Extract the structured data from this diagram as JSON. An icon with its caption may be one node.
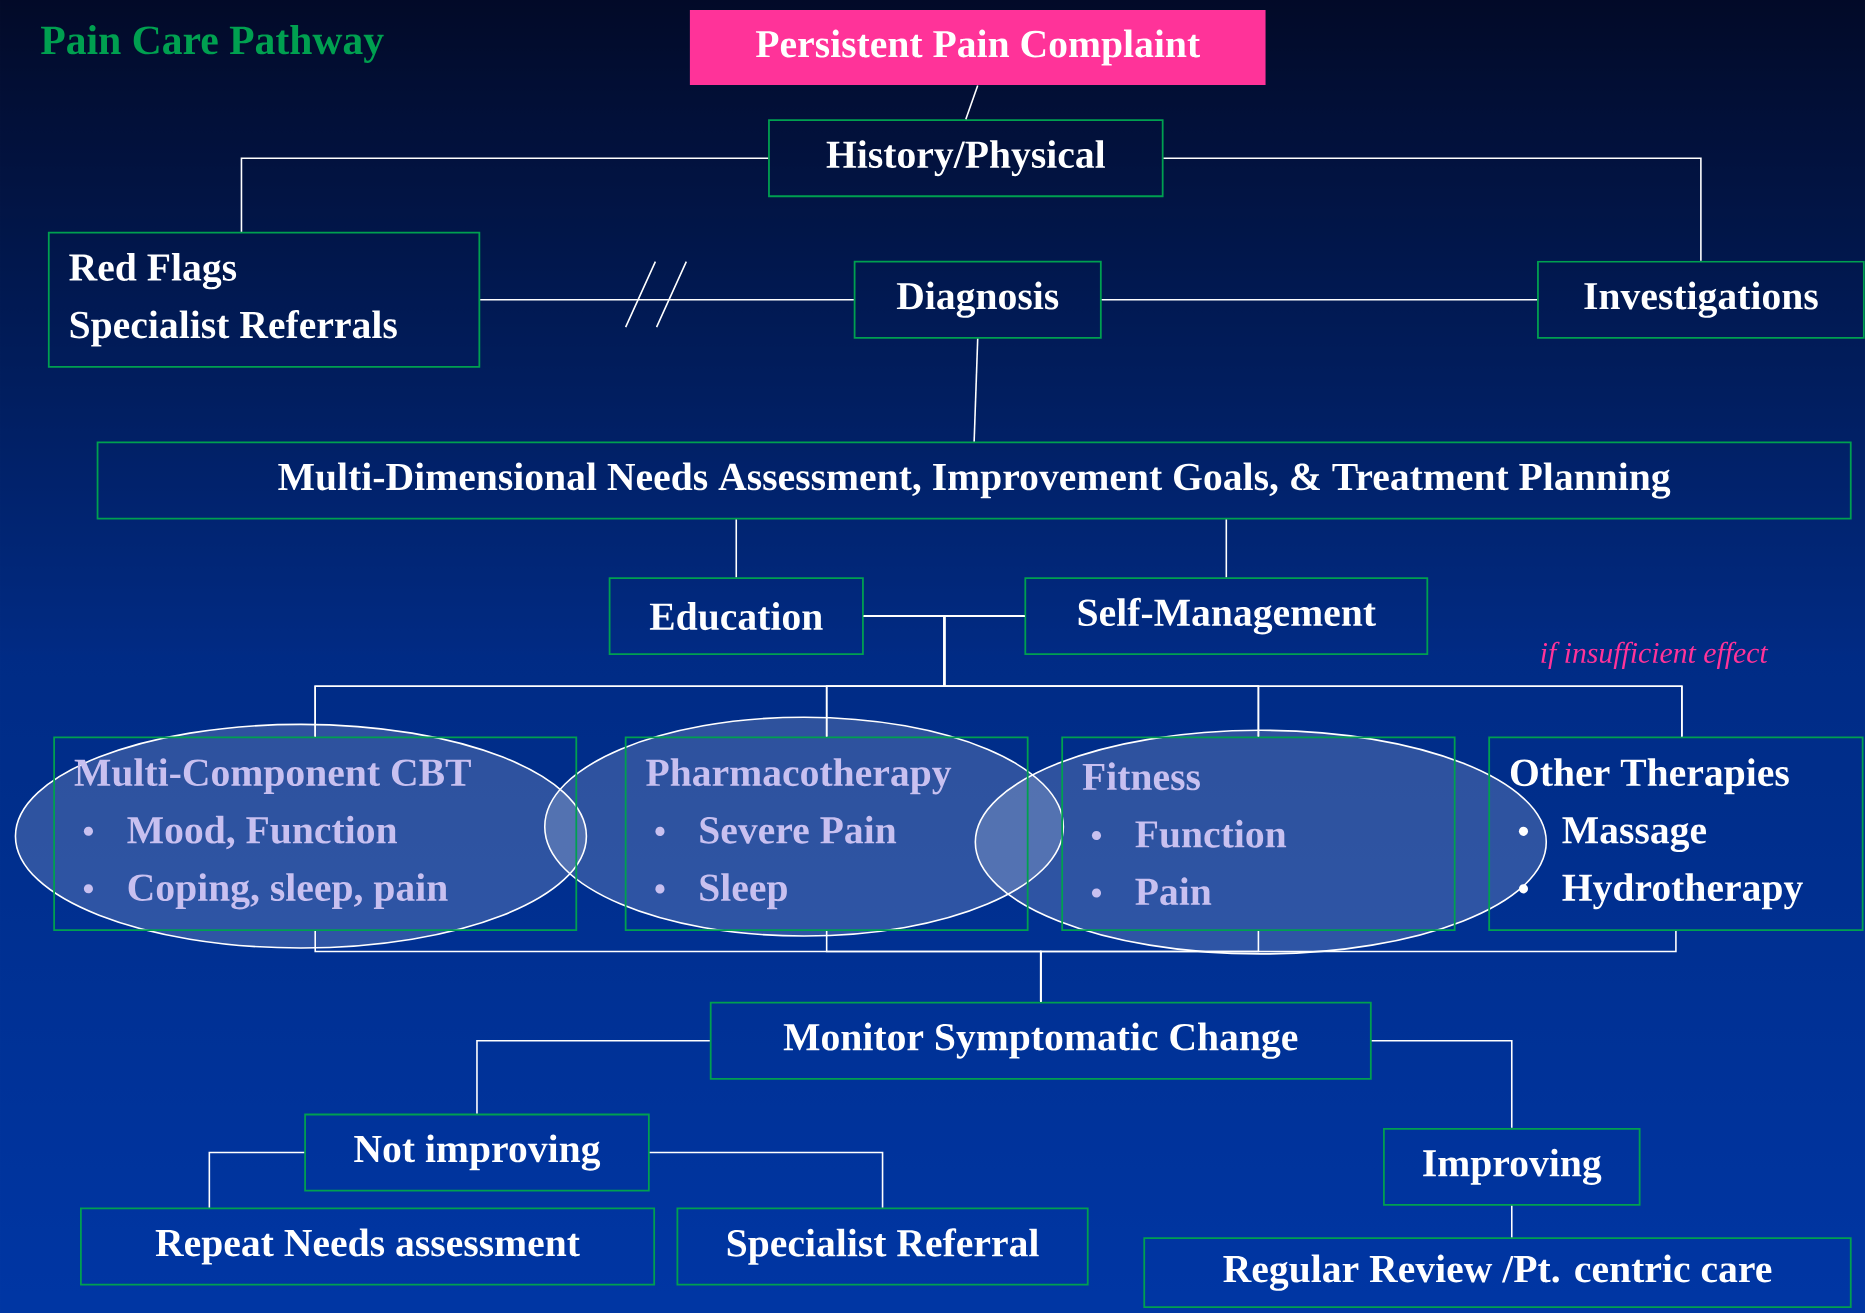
{
  "diagram": {
    "title": "Pain Care Pathway",
    "nodes": [
      {
        "text": [
          "Persistent Pain Complaint"
        ]
      },
      {
        "text": [
          "History/Physical"
        ]
      },
      {
        "text": [
          "Red Flags",
          "Specialist Referrals"
        ]
      },
      {
        "text": [
          "Diagnosis"
        ]
      },
      {
        "text": [
          "Investigations"
        ]
      },
      {
        "text": [
          "Multi-Dimensional Needs Assessment, Improvement Goals, & Treatment Planning"
        ]
      },
      {
        "text": [
          "Education"
        ]
      },
      {
        "text": [
          "Self-Management"
        ]
      },
      {
        "text": [
          "Multi-Component CBT",
          "Mood, Function",
          "Coping, sleep, pain"
        ]
      },
      {
        "text": [
          "Pharmacotherapy",
          "Severe Pain",
          "Sleep"
        ]
      },
      {
        "text": [
          "Fitness",
          "Function",
          "Pain"
        ]
      },
      {
        "text": [
          "Other Therapies",
          "Massage",
          "Hydrotherapy"
        ]
      },
      {
        "text": [
          "Monitor Symptomatic Change"
        ]
      },
      {
        "text": [
          "Not improving"
        ]
      },
      {
        "text": [
          "Improving"
        ]
      },
      {
        "text": [
          "Repeat Needs assessment"
        ]
      },
      {
        "text": [
          "Specialist Referral"
        ]
      },
      {
        "text": [
          "Regular Review /Pt. centric care"
        ]
      }
    ],
    "edges": [
      {
        "from": 0,
        "to": 1,
        "arrow": "none"
      },
      {
        "from": 1,
        "to": 2,
        "arrow": "none"
      },
      {
        "from": 1,
        "to": 4,
        "arrow": "none"
      },
      {
        "from": 2,
        "to": 3,
        "arrow": "none"
      },
      {
        "from": 3,
        "to": 4,
        "arrow": "none"
      },
      {
        "from": 3,
        "to": 5,
        "arrow": "none"
      },
      {
        "from": 5,
        "to": 6,
        "arrow": "none"
      },
      {
        "from": 5,
        "to": 7,
        "arrow": "none"
      },
      {
        "from": 6,
        "to": 7,
        "arrow": "none"
      },
      {
        "from": 6,
        "to": 8,
        "arrow": "none"
      },
      {
        "from": 6,
        "to": 9,
        "arrow": "none"
      },
      {
        "from": 6,
        "to": 10,
        "arrow": "none"
      },
      {
        "from": 6,
        "to": 11,
        "arrow": "none"
      },
      {
        "from": 7,
        "to": 8,
        "arrow": "none"
      },
      {
        "from": 7,
        "to": 9,
        "arrow": "none"
      },
      {
        "from": 7,
        "to": 10,
        "arrow": "none"
      },
      {
        "from": 7,
        "to": 11,
        "arrow": "none"
      },
      {
        "from": 8,
        "to": 12,
        "arrow": "none"
      },
      {
        "from": 9,
        "to": 12,
        "arrow": "none"
      },
      {
        "from": 10,
        "to": 12,
        "arrow": "none"
      },
      {
        "from": 11,
        "to": 12,
        "arrow": "none"
      },
      {
        "from": 12,
        "to": 13,
        "arrow": "none"
      },
      {
        "from": 12,
        "to": 14,
        "arrow": "none"
      },
      {
        "from": 13,
        "to": 15,
        "arrow": "none"
      },
      {
        "from": 13,
        "to": 16,
        "arrow": "none"
      },
      {
        "from": 14,
        "to": 17,
        "arrow": "none"
      }
    ],
    "labels": [
      "if insufficient effect"
    ]
  }
}
